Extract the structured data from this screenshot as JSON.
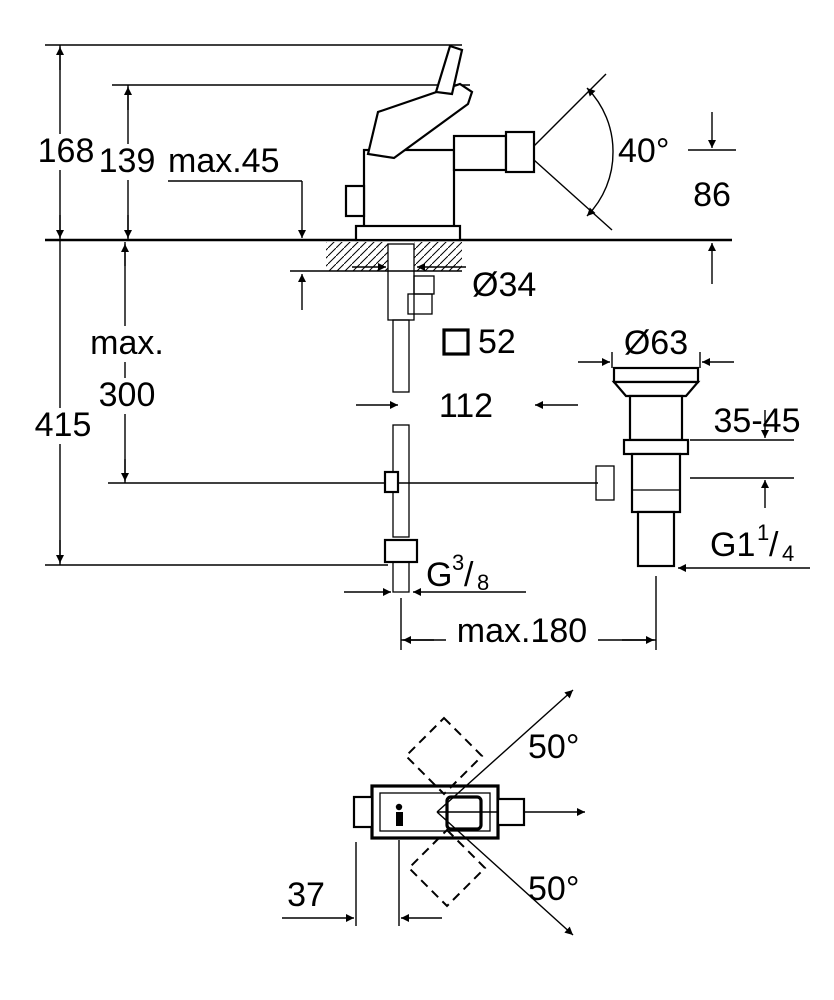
{
  "drawing": {
    "type": "technical-dimension-drawing",
    "colors": {
      "line": "#000000",
      "background": "#ffffff"
    },
    "labels": {
      "h168": "168",
      "h139": "139",
      "max45": "max.45",
      "angle40": "40°",
      "h86": "86",
      "d34": "Ø34",
      "sq52": "52",
      "max_word": "max.",
      "v300": "300",
      "v415": "415",
      "w112": "112",
      "d63": "Ø63",
      "r3545": "35-45",
      "g38_g": "G",
      "g38_num": "3",
      "g38_slash": "/",
      "g38_den": "8",
      "g114_g": "G1",
      "g114_num": "1",
      "g114_slash": "/",
      "g114_den": "4",
      "max180": "max.180",
      "angle50_top": "50°",
      "angle50_bottom": "50°",
      "w37": "37"
    }
  }
}
